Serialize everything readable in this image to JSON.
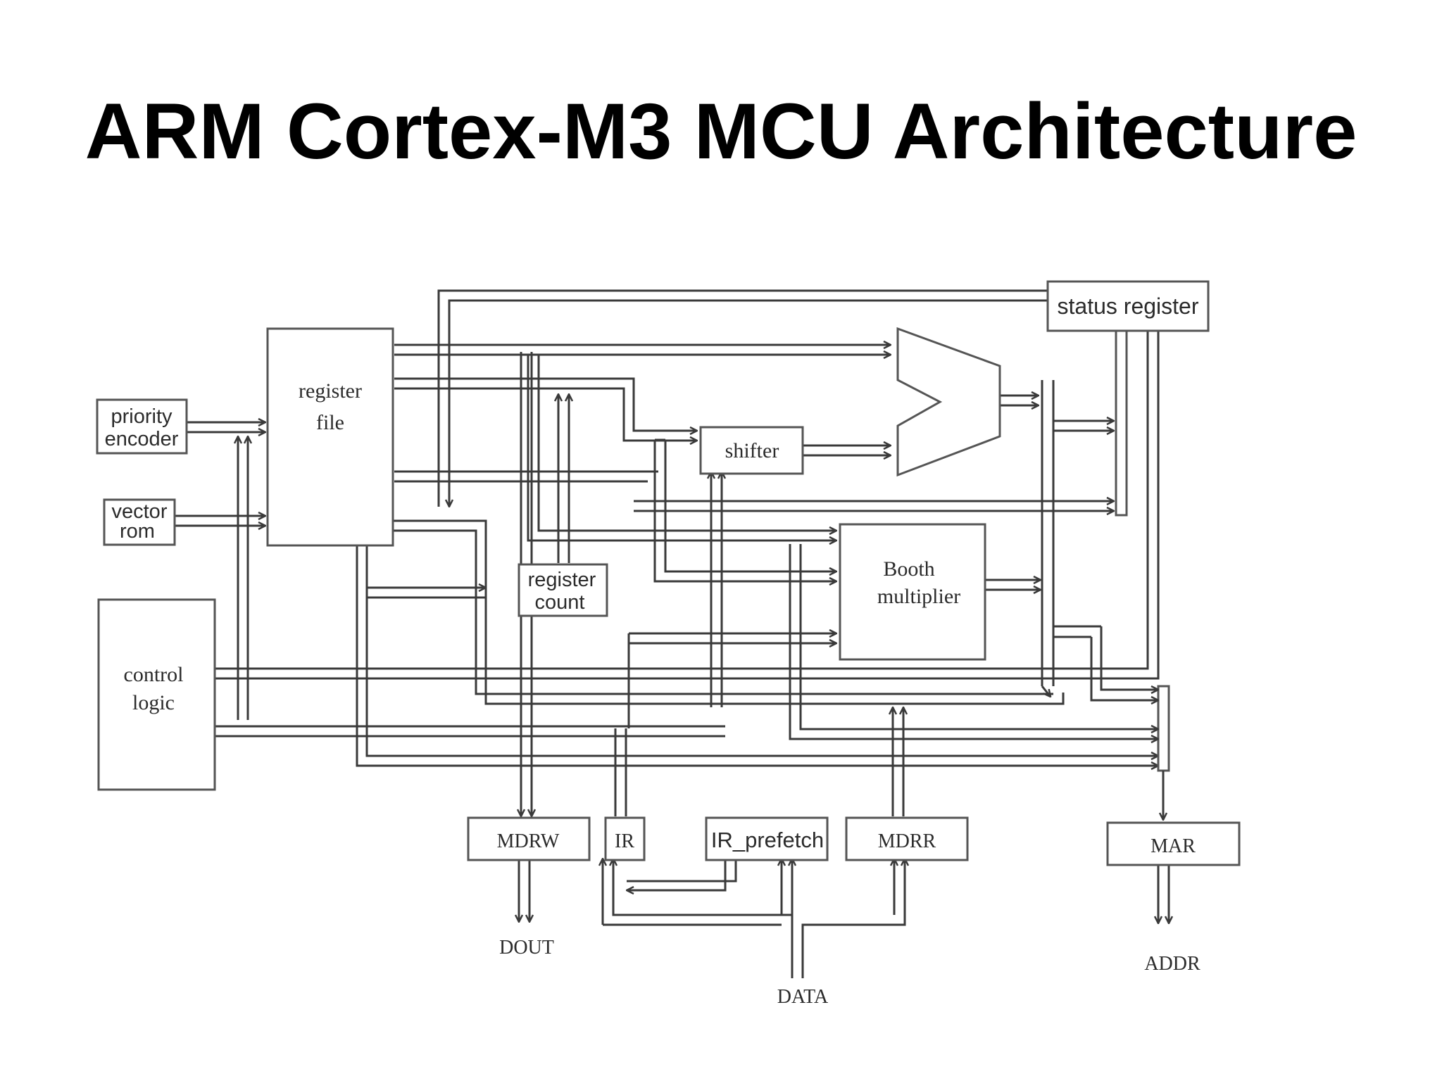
{
  "slide": {
    "title": "ARM Cortex-M3 MCU Architecture"
  },
  "diagram": {
    "colors": {
      "line": "#3a3a3a",
      "box_stroke": "#555555",
      "text": "#2b2b2b"
    },
    "blocks": {
      "status_register": "status register",
      "register_file": [
        "register",
        "file"
      ],
      "priority_encoder": [
        "priority",
        "encoder"
      ],
      "vector_rom": [
        "vector",
        "rom"
      ],
      "control_logic": [
        "control",
        "logic"
      ],
      "shifter": "shifter",
      "booth_multiplier": [
        "Booth",
        "multiplier"
      ],
      "register_count": [
        "register",
        "count"
      ],
      "mdrw": "MDRW",
      "ir": "IR",
      "ir_prefetch": "IR_prefetch",
      "mdrr": "MDRR",
      "mar": "MAR"
    },
    "signals": {
      "dout": "DOUT",
      "data": "DATA",
      "addr": "ADDR"
    }
  }
}
